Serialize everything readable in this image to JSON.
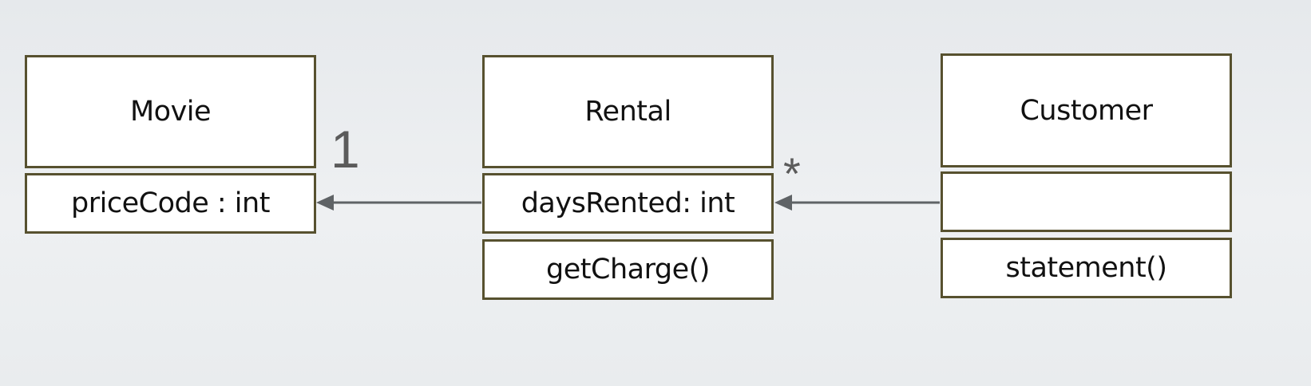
{
  "classes": {
    "movie": {
      "name": "Movie",
      "attribute": "priceCode : int"
    },
    "rental": {
      "name": "Rental",
      "attribute": "daysRented: int",
      "method": "getCharge()"
    },
    "customer": {
      "name": "Customer",
      "attribute": "",
      "method": "statement()"
    }
  },
  "associations": {
    "rental_to_movie": {
      "multiplicity": "1"
    },
    "customer_to_rental": {
      "multiplicity": "*"
    }
  },
  "colors": {
    "box_border": "#57512f",
    "connector": "#5f6366",
    "multiplicity_text": "#5b5b5b"
  }
}
